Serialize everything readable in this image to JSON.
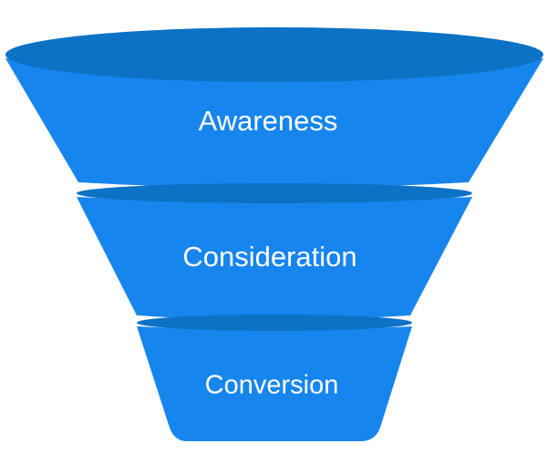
{
  "funnel": {
    "stages": [
      {
        "label": "Awareness"
      },
      {
        "label": "Consideration"
      },
      {
        "label": "Conversion"
      }
    ]
  },
  "colors": {
    "face": "#1785ee",
    "rim": "#0b72c5",
    "background": "#ffffff"
  }
}
